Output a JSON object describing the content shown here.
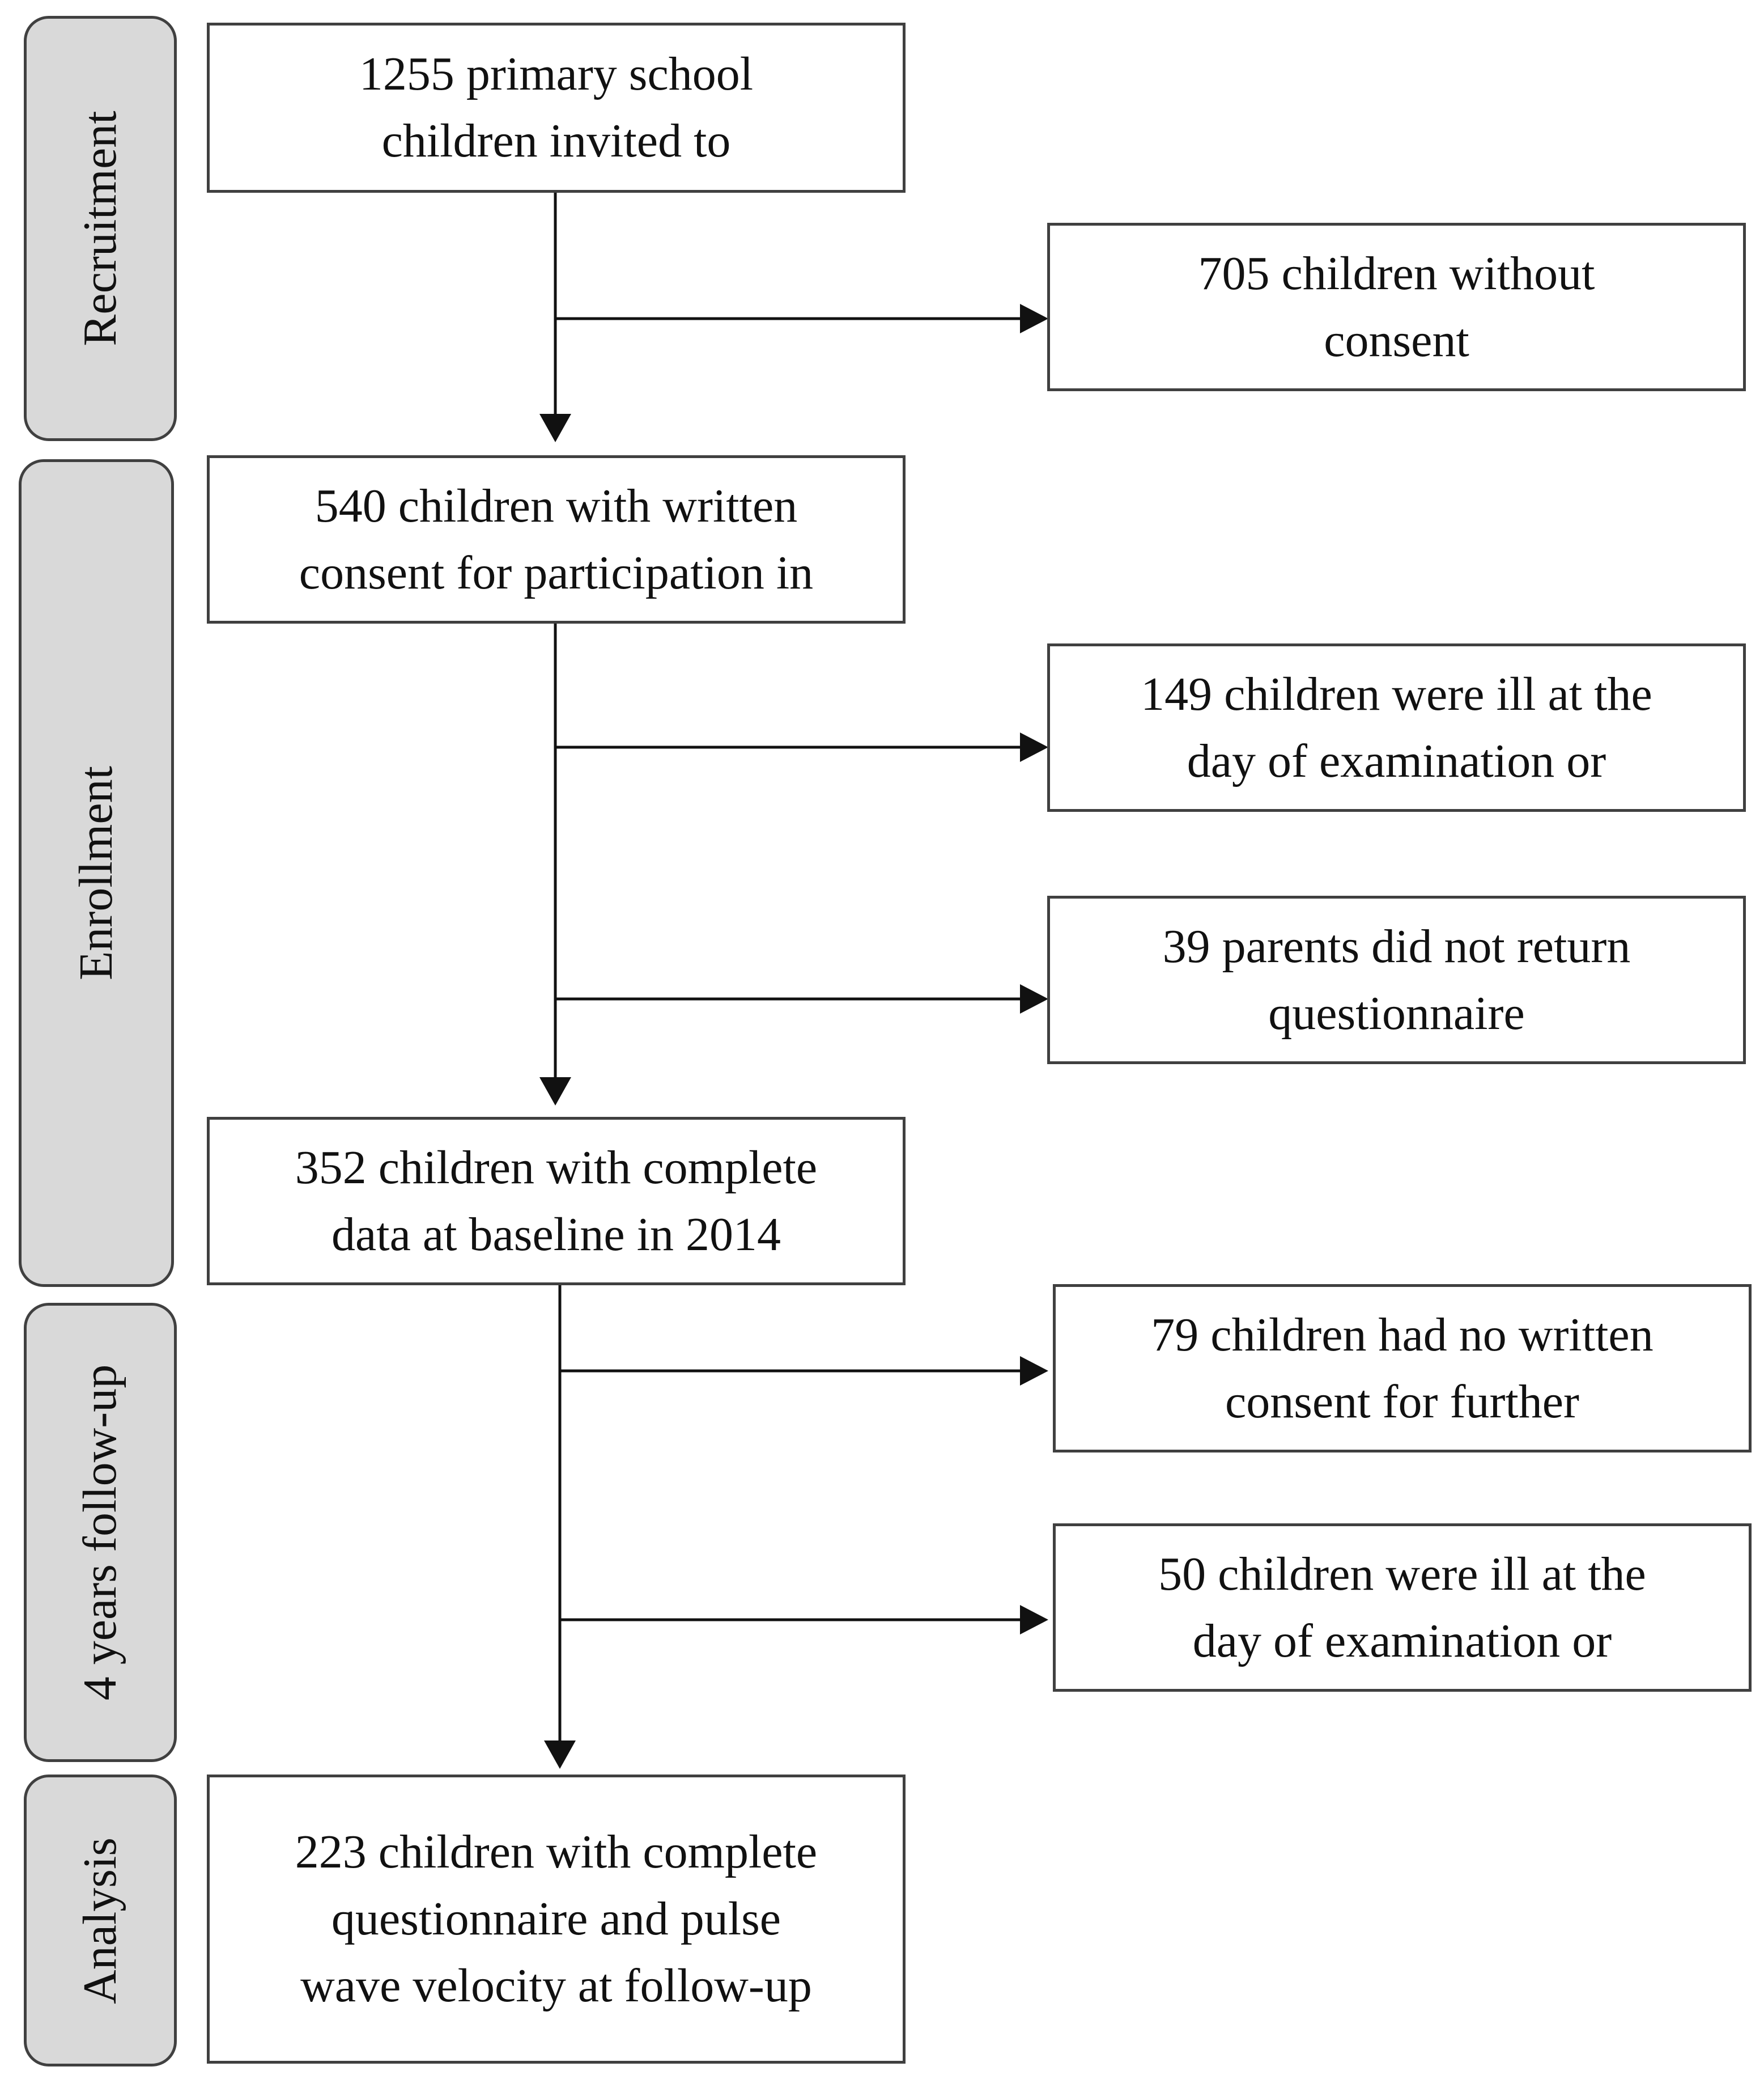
{
  "phases": {
    "recruitment": "Recruitment",
    "enrollment": "Enrollment",
    "follow_up": "4 years follow-up",
    "analysis": "Analysis"
  },
  "boxes": {
    "invited": "1255 primary school\nchildren invited to",
    "without_consent": "705 children without\nconsent",
    "written_consent": "540 children with written\nconsent for participation in",
    "ill_baseline": "149 children were ill at the\nday of examination or",
    "no_questionnaire": "39 parents did not return\nquestionnaire",
    "complete_baseline": "352 children with complete\ndata at baseline in 2014",
    "no_further_consent": "79 children had no written\nconsent for further",
    "ill_followup": "50 children were ill at the\nday of examination or",
    "analysis_final": "223 children with complete\nquestionnaire and pulse\nwave velocity at follow-up"
  },
  "colors": {
    "phase_fill": "#d9d9d9",
    "border": "#404040",
    "line": "#111111"
  }
}
